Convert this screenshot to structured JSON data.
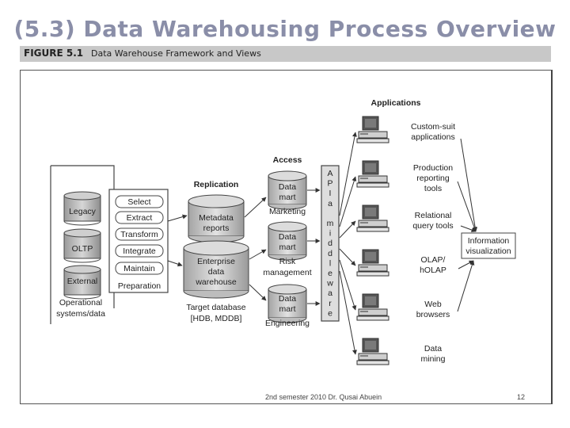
{
  "title": "(5.3) Data Warehousing Process Overview",
  "figure": {
    "label": "FIGURE 5.1",
    "caption": "Data Warehouse Framework and Views"
  },
  "diagram": {
    "sources": {
      "items": [
        "Legacy",
        "OLTP",
        "External"
      ],
      "caption_line1": "Operational",
      "caption_line2": "systems/data"
    },
    "preparation": {
      "steps": [
        "Select",
        "Extract",
        "Transform",
        "Integrate",
        "Maintain"
      ],
      "label": "Preparation"
    },
    "replication": {
      "title": "Replication",
      "metadata_line1": "Metadata",
      "metadata_line2": "reports",
      "warehouse_line1": "Enterprise",
      "warehouse_line2": "data",
      "warehouse_line3": "warehouse",
      "target_line1": "Target database",
      "target_line2": "[HDB, MDDB]"
    },
    "access": {
      "title": "Access",
      "marts": [
        {
          "line1": "Data",
          "line2": "mart",
          "name_line1": "Marketing",
          "name_line2": ""
        },
        {
          "line1": "Data",
          "line2": "mart",
          "name_line1": "Risk",
          "name_line2": "management"
        },
        {
          "line1": "Data",
          "line2": "mart",
          "name_line1": "Engineering",
          "name_line2": ""
        }
      ]
    },
    "middleware_letters": [
      "A",
      "P",
      "I",
      "a",
      "",
      "m",
      "i",
      "d",
      "d",
      "l",
      "e",
      "w",
      "a",
      "r",
      "e"
    ],
    "applications": {
      "title": "Applications",
      "items": [
        {
          "line1": "Custom-suit",
          "line2": "applications",
          "line3": ""
        },
        {
          "line1": "Production",
          "line2": "reporting",
          "line3": "tools"
        },
        {
          "line1": "Relational",
          "line2": "query tools",
          "line3": ""
        },
        {
          "line1": "OLAP/",
          "line2": "hOLAP",
          "line3": ""
        },
        {
          "line1": "Web",
          "line2": "browsers",
          "line3": ""
        },
        {
          "line1": "Data",
          "line2": "mining",
          "line3": ""
        }
      ]
    },
    "info_viz_line1": "Information",
    "info_viz_line2": "visualization"
  },
  "footer": {
    "center": "2nd semester 2010 Dr. Qusai Abuein",
    "page": "12"
  }
}
